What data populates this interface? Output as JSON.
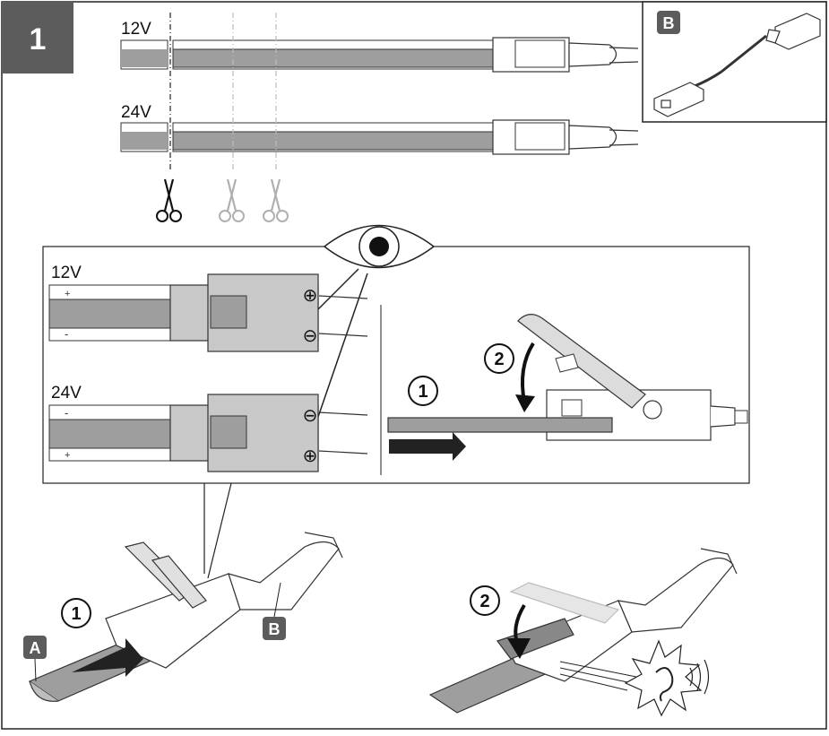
{
  "step": {
    "number": "1"
  },
  "strips": {
    "top_voltage": "12V",
    "bottom_voltage": "24V",
    "plus": "+",
    "minus": "-"
  },
  "inset_b": {
    "badge": "B"
  },
  "detail": {
    "top_voltage": "12V",
    "bottom_voltage": "24V",
    "plus_symbol": "⊕",
    "minus_symbol": "⊖",
    "step1": "1",
    "step2": "2"
  },
  "assembly": {
    "step1": "1",
    "step2": "2",
    "label_a": "A",
    "label_b": "B"
  },
  "colors": {
    "badge_bg": "#5c5c5c",
    "strip_gray": "#9e9e9e",
    "connector_gray": "#c8c8c8",
    "scissors_active": "#111111",
    "scissors_inactive": "#b0b0b0"
  }
}
